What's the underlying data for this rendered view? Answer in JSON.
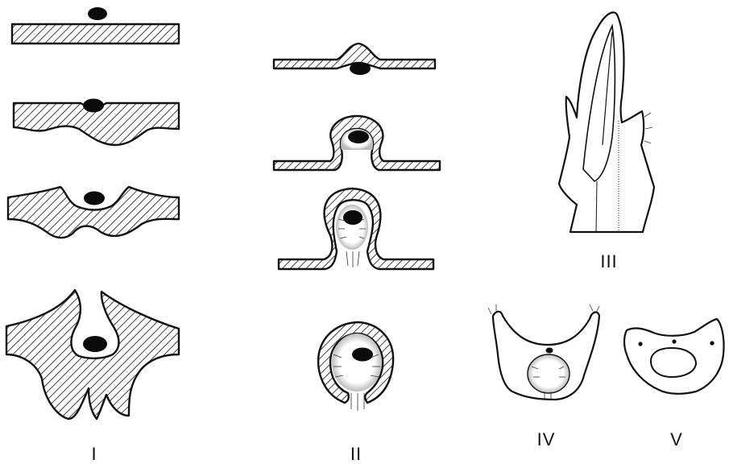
{
  "panels": [
    {
      "id": "I",
      "label": "I"
    },
    {
      "id": "II",
      "label": "II"
    },
    {
      "id": "III",
      "label": "III"
    },
    {
      "id": "IV",
      "label": "IV"
    },
    {
      "id": "V",
      "label": "V"
    }
  ]
}
